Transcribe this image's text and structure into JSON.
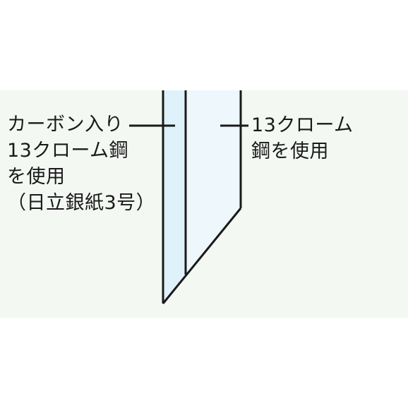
{
  "left_label": {
    "line1": "カーボン入り",
    "line2": "13クローム鋼",
    "line3": "を使用",
    "line4": "（日立銀紙3号）"
  },
  "right_label": {
    "line1": "13クローム",
    "line2": "鋼を使用"
  },
  "colors": {
    "panel_bg": "#f3f8f3",
    "core_fill": "#dff1fb",
    "side_fill": "#eef7fc",
    "stroke": "#1a1a1a"
  }
}
